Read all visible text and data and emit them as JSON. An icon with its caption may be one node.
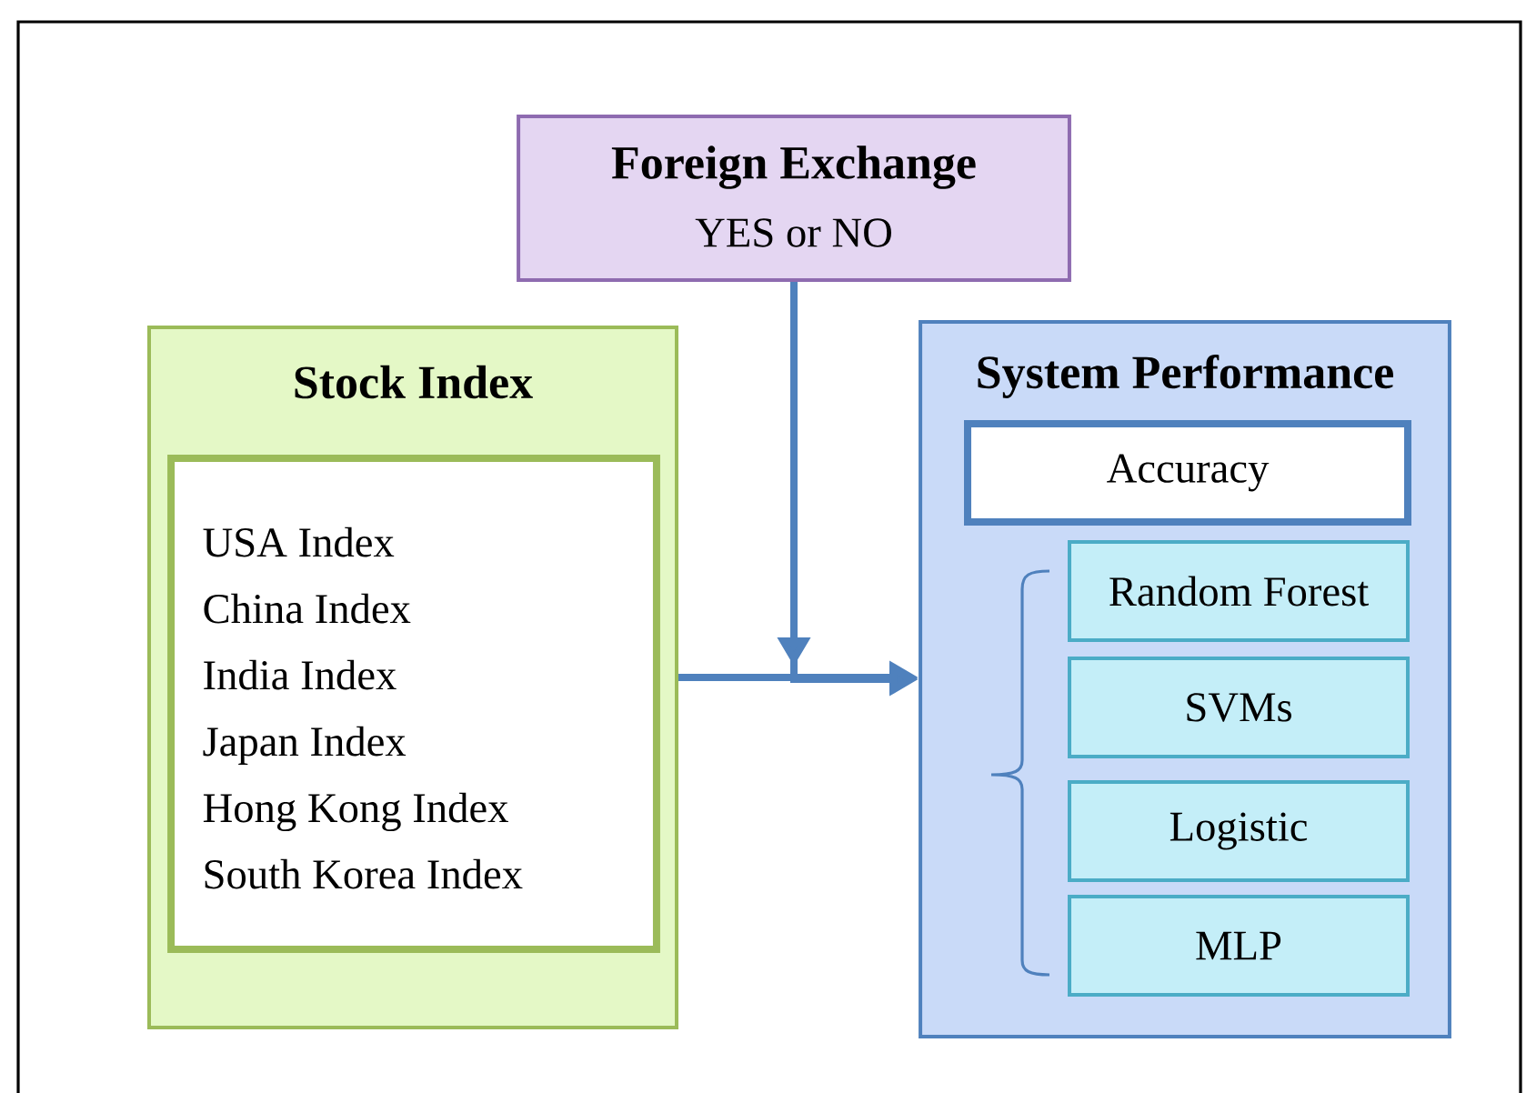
{
  "diagram": {
    "nodes": [
      {
        "text": [
          "Foreign Exchange",
          "YES or NO"
        ]
      },
      {
        "text": [
          "Stock Index"
        ]
      },
      {
        "text": [
          "USA Index",
          "China Index",
          "India Index",
          "Japan Index",
          "Hong Kong Index",
          "South Korea Index"
        ],
        "in": 1
      },
      {
        "text": [
          "System Performance"
        ]
      },
      {
        "text": [
          "Accuracy"
        ],
        "in": 3
      },
      {
        "text": [
          "Random Forest"
        ],
        "in": 3
      },
      {
        "text": [
          "SVMs"
        ],
        "in": 3
      },
      {
        "text": [
          "Logistic"
        ],
        "in": 3
      },
      {
        "text": [
          "MLP"
        ],
        "in": 3
      }
    ],
    "edges": [
      {
        "from": 1,
        "to": 3,
        "arrow": "to"
      },
      {
        "from": 0,
        "to": 3,
        "arrow": "to"
      }
    ]
  }
}
